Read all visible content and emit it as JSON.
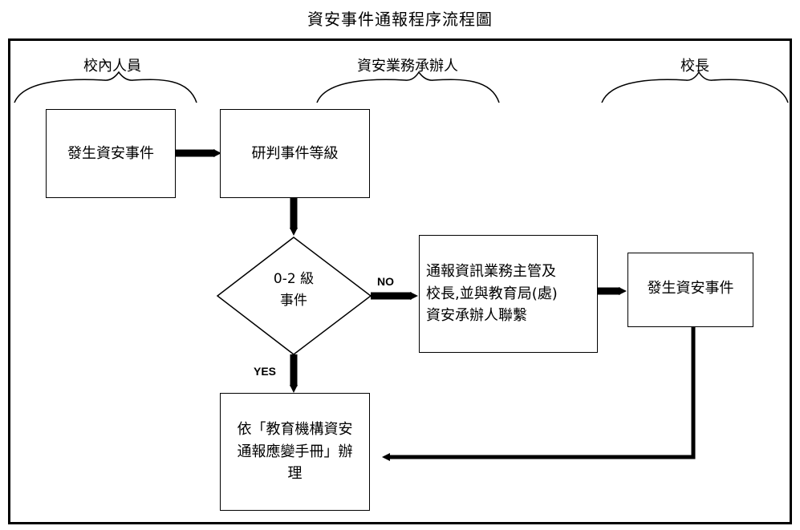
{
  "title": "資安事件通報程序流程圖",
  "lanes": {
    "left": "校內人員",
    "middle": "資安業務承辦人",
    "right": "校長"
  },
  "nodes": {
    "occur": "發生資安事件",
    "assess": "研判事件等級",
    "decision_line1": "0-2 級",
    "decision_line2": "事件",
    "notify_line1": "通報資訊業務主管及",
    "notify_line2": "校長,並與教育局(處)",
    "notify_line3": "資安承辦人聯繫",
    "principal": "發生資安事件",
    "handbook_line1": "依「教育機構資安",
    "handbook_line2": "通報應變手冊」辦",
    "handbook_line3": "理"
  },
  "edges": {
    "no_label": "NO",
    "yes_label": "YES"
  }
}
